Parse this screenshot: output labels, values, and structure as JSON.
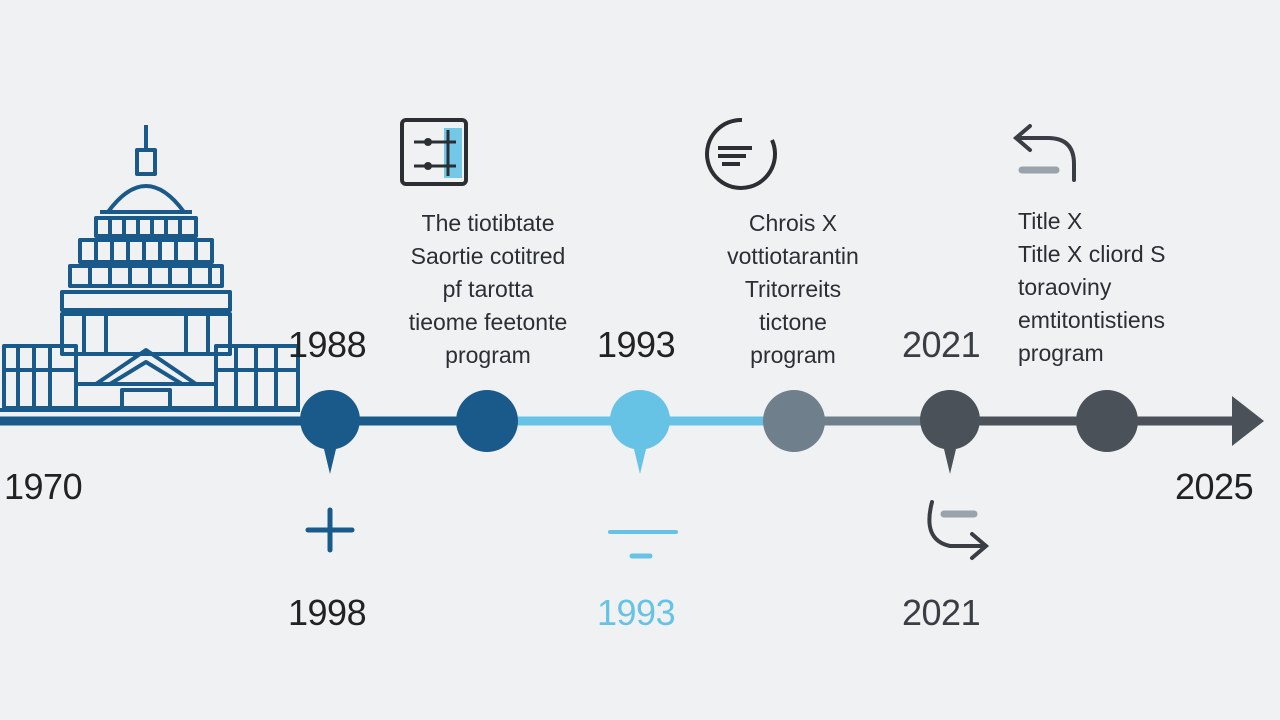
{
  "colors": {
    "background": "#eff1f3",
    "navy": "#1a5a8a",
    "sky": "#66c3e6",
    "slate": "#6f7f8b",
    "charcoal": "#4b5158",
    "text": "#222222"
  },
  "axis": {
    "start_year": "1970",
    "end_year": "2025"
  },
  "milestones": [
    {
      "top_year": "1988",
      "bottom_year": "1998",
      "icon": "document-chart-icon",
      "lines": [
        "The tiotibtate",
        "Saortie cotitred",
        "pf tarotta",
        "tieome feetonte",
        "program"
      ],
      "bottom_icon": "plus-icon"
    },
    {
      "top_year": "1993",
      "bottom_year": "1993",
      "icon": "menu-circle-icon",
      "lines": [
        "Chrois X",
        "vottiotarantin",
        "Tritorreits",
        "tictone",
        "program"
      ],
      "bottom_icon": "minus-icon"
    },
    {
      "top_year": "2021",
      "bottom_year": "2021",
      "icon": "undo-arrow-icon",
      "lines": [
        "Title X",
        "Title X cliord S",
        "toraoviny",
        "emtitontistiens",
        "program"
      ],
      "bottom_icon": "return-arrow-icon"
    }
  ]
}
